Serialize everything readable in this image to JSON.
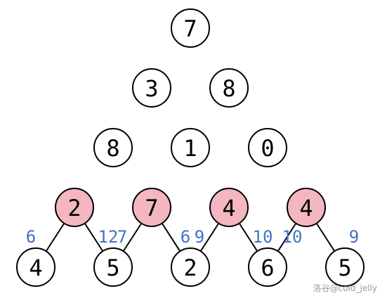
{
  "colors": {
    "node_fill": "#ffffff",
    "highlight_fill": "#f4b6c0",
    "stroke": "#000000",
    "edge_label": "#4472c4",
    "watermark": "#9a9a9a"
  },
  "tree": {
    "rows": [
      [
        {
          "value": "7"
        }
      ],
      [
        {
          "value": "3"
        },
        {
          "value": "8"
        }
      ],
      [
        {
          "value": "8"
        },
        {
          "value": "1"
        },
        {
          "value": "0"
        }
      ],
      [
        {
          "value": "2",
          "highlighted": true
        },
        {
          "value": "7",
          "highlighted": true
        },
        {
          "value": "4",
          "highlighted": true
        },
        {
          "value": "4",
          "highlighted": true
        }
      ],
      [
        {
          "value": "4"
        },
        {
          "value": "5"
        },
        {
          "value": "2"
        },
        {
          "value": "6"
        },
        {
          "value": "5"
        }
      ]
    ],
    "edges": [
      {
        "parent": 0,
        "left_label": "6",
        "right_label": "7"
      },
      {
        "parent": 1,
        "left_label": "12",
        "right_label": "9"
      },
      {
        "parent": 2,
        "left_label": "6",
        "right_label": "10"
      },
      {
        "parent": 3,
        "left_label": "10",
        "right_label": "9"
      }
    ]
  },
  "watermark": "洛谷@cold_jelly"
}
